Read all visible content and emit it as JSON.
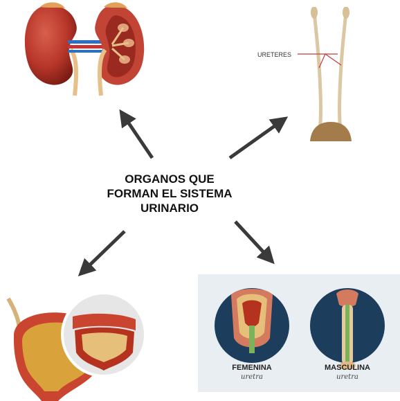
{
  "center": {
    "line1": "ORGANOS QUE",
    "line2": "FORMAN EL SISTEMA",
    "line3": "URINARIO"
  },
  "ureters": {
    "label": "URETERES"
  },
  "urethra": {
    "female_label": "FEMENINA",
    "female_sub": "uretra",
    "male_label": "MASCULINA",
    "male_sub": "uretra"
  },
  "colors": {
    "arrow": "#3a3a3a",
    "kidney": "#b8362a",
    "urethra_panel_bg": "#e9eef2",
    "urethra_circle": "#1d3d5c",
    "bladder_urine": "#d9a23a"
  }
}
